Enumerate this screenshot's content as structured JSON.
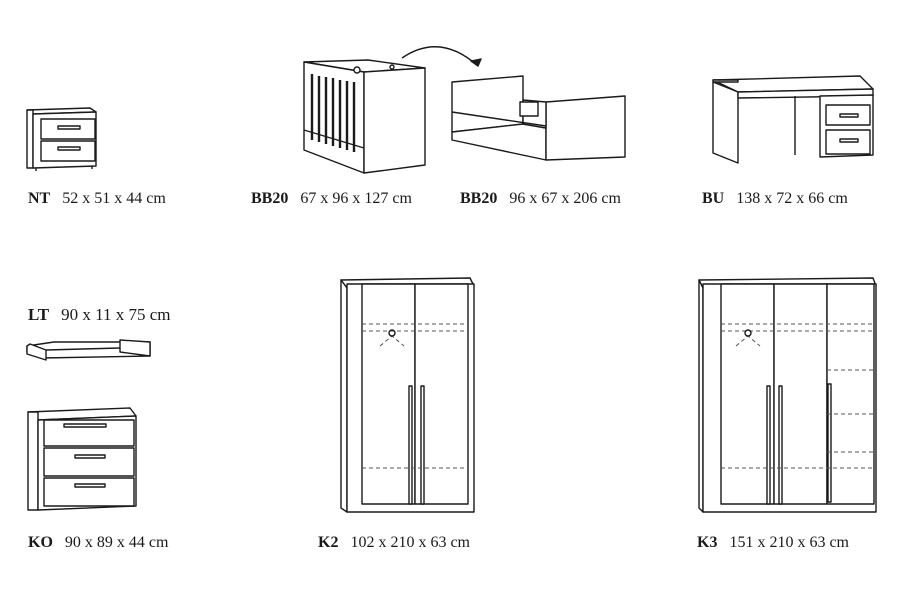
{
  "items": [
    {
      "code": "NT",
      "dims": "52 x 51 x 44 cm"
    },
    {
      "code": "BB20",
      "dims": "67 x 96 x 127 cm"
    },
    {
      "code": "BB20",
      "dims": "96 x 67 x 206 cm"
    },
    {
      "code": "BU",
      "dims": "138 x 72 x 66 cm"
    },
    {
      "code": "LT",
      "dims": "90 x 11 x 75 cm"
    },
    {
      "code": "KO",
      "dims": "90 x 89 x 44 cm"
    },
    {
      "code": "K2",
      "dims": "102 x 210 x 63 cm"
    },
    {
      "code": "K3",
      "dims": "151 x 210 x 63 cm"
    }
  ],
  "colors": {
    "line": "#1a1a1a",
    "dashed": "#555555"
  }
}
